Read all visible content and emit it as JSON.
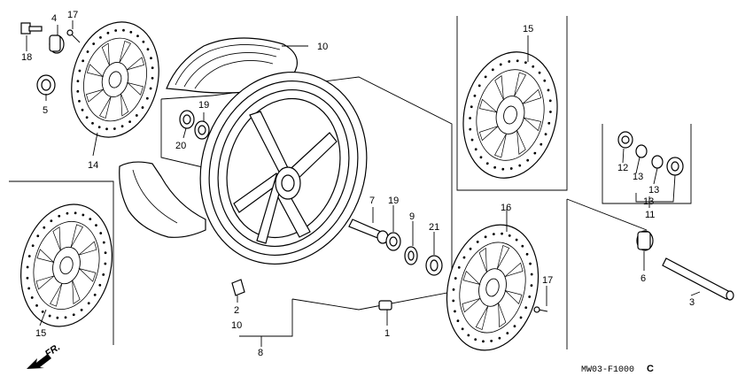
{
  "diagram": {
    "callouts": {
      "c1": "1",
      "c2": "2",
      "c3": "3",
      "c4": "4",
      "c5": "5",
      "c6": "6",
      "c7": "7",
      "c8": "8",
      "c9": "9",
      "c10_tire": "10",
      "c10_lower": "10",
      "c11": "11",
      "c12": "12",
      "c13_a": "13",
      "c13_b": "13",
      "c13_c": "13",
      "c14": "14",
      "c15_right": "15",
      "c15_left": "15",
      "c16": "16",
      "c17_top": "17",
      "c17_bottom": "17",
      "c18": "18",
      "c19_left": "19",
      "c19_right": "19",
      "c20": "20",
      "c21": "21"
    },
    "direction_label": "FR.",
    "figure_code": "MW03-F1000",
    "figure_code_suffix": "C"
  }
}
